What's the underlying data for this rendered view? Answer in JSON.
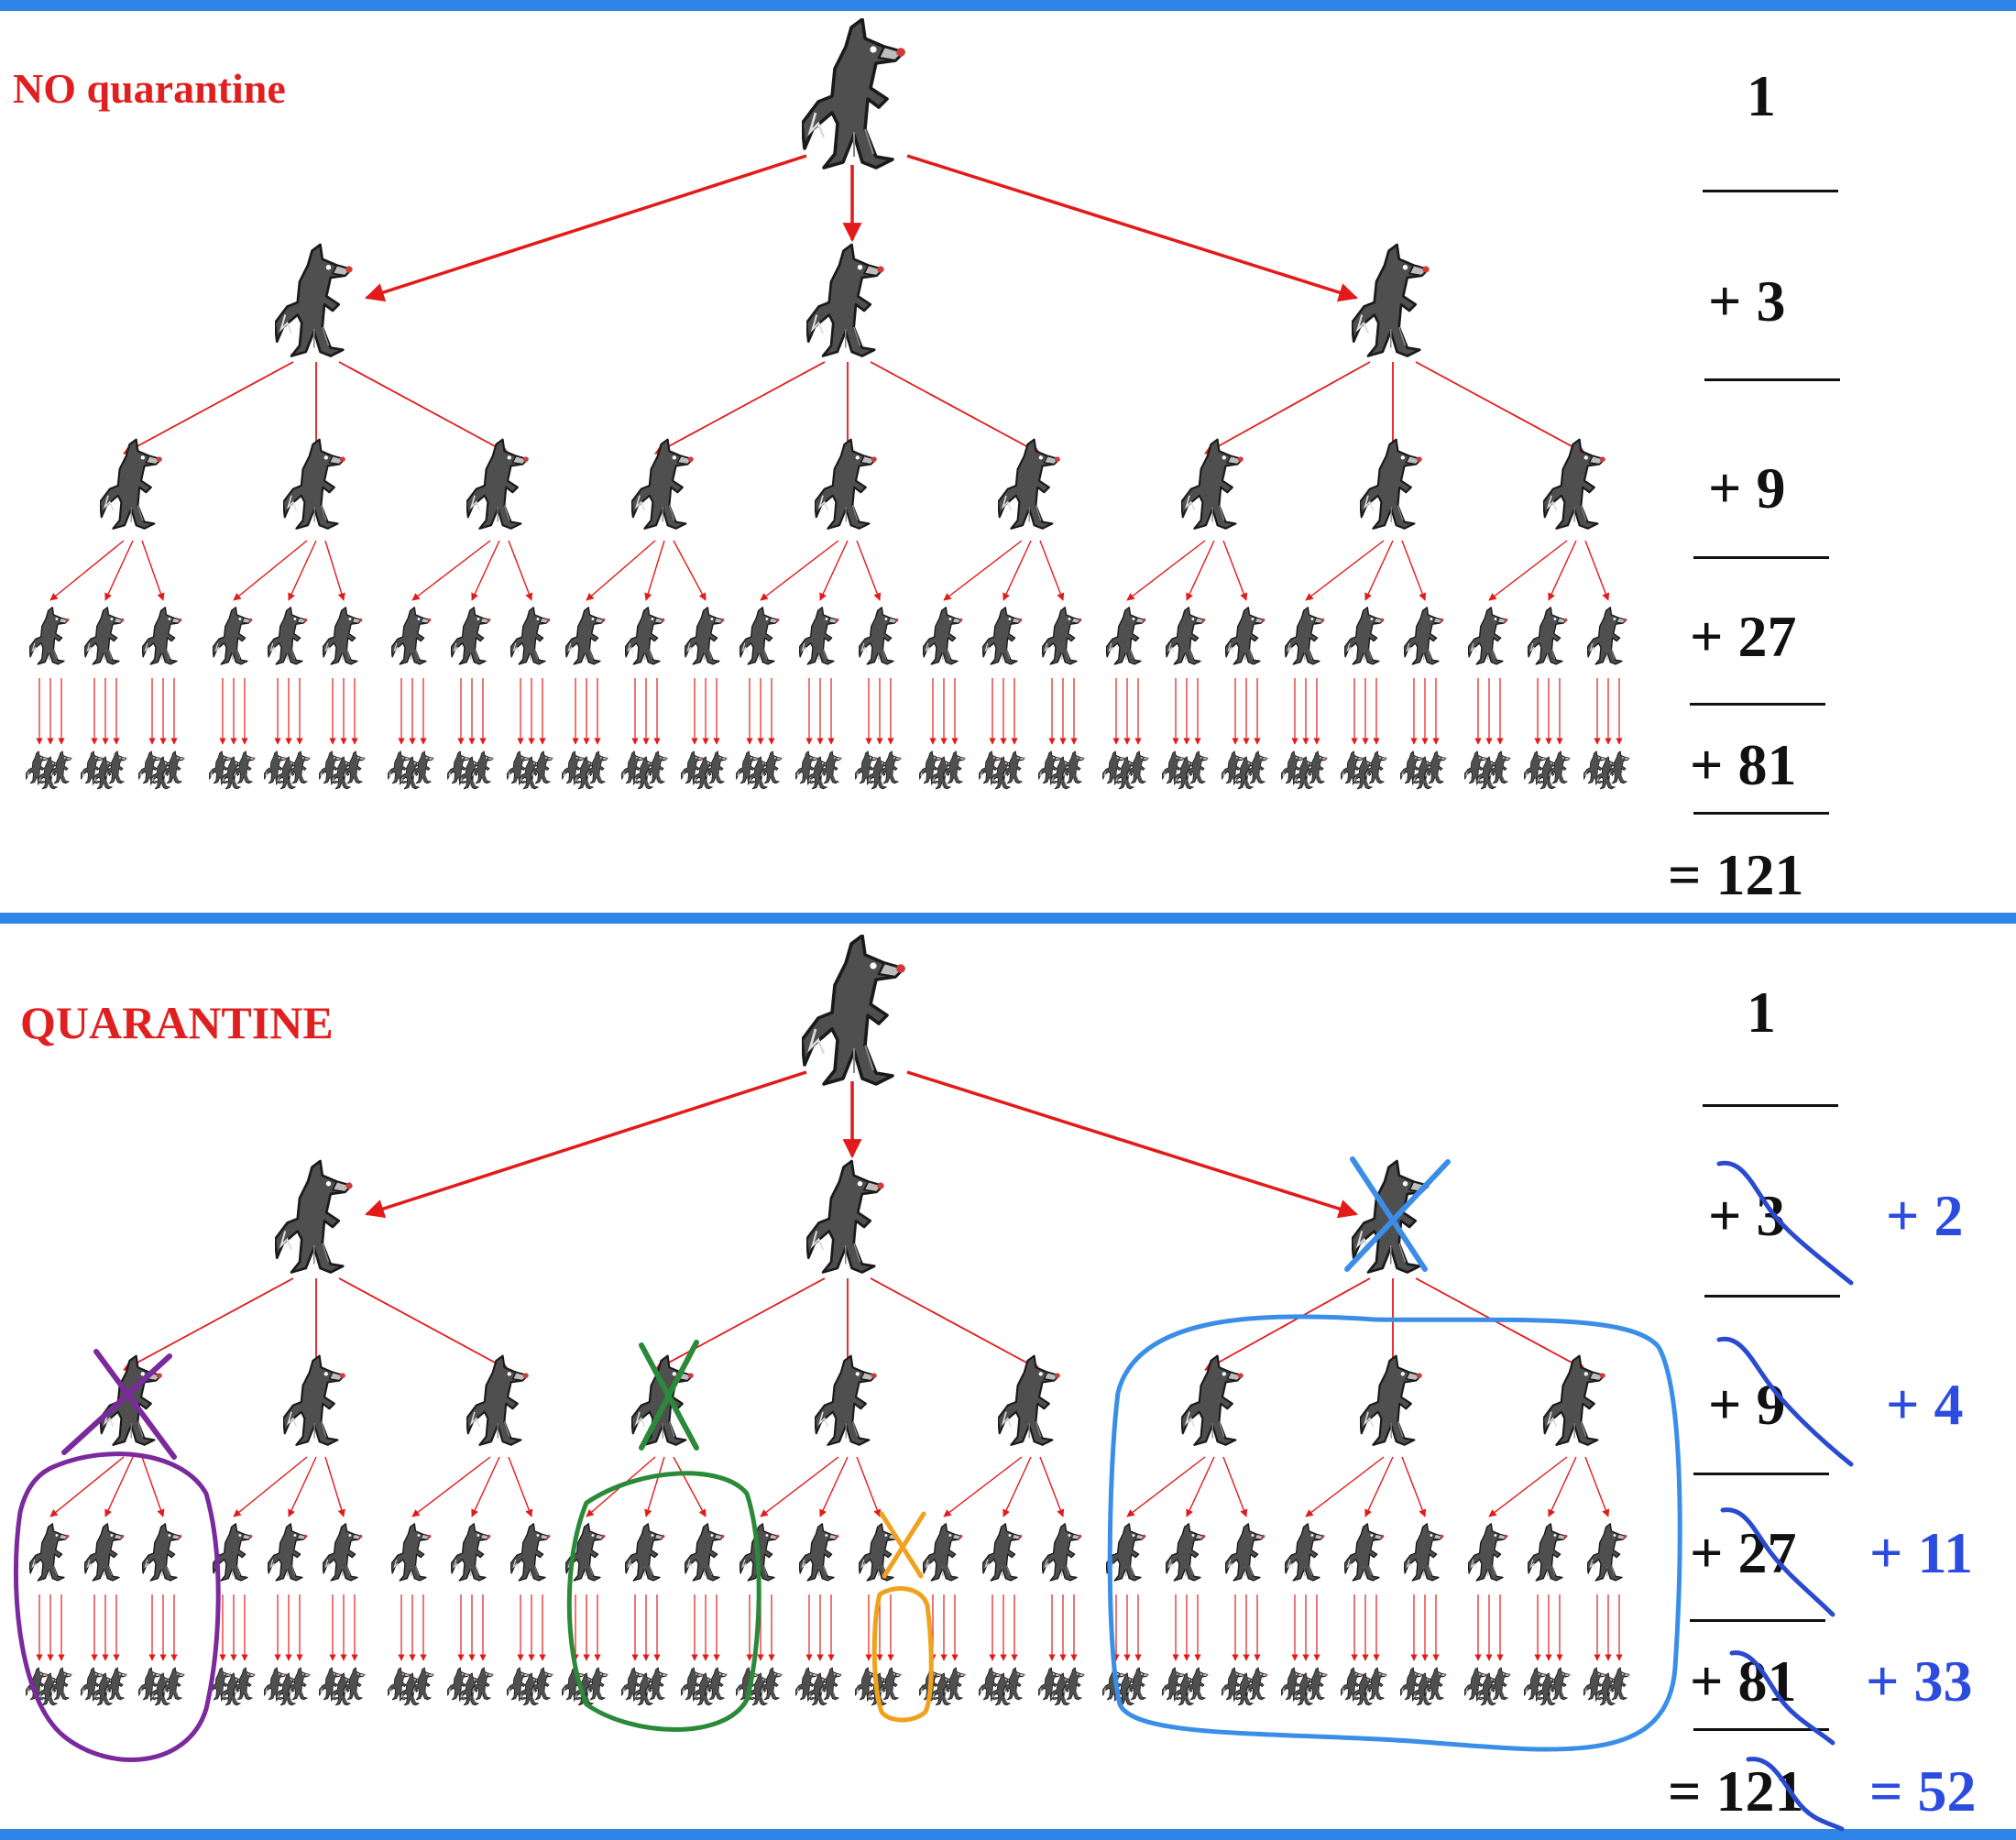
{
  "panels": {
    "top": {
      "title": "NO quarantine"
    },
    "bottom": {
      "title": "QUARANTINE"
    }
  },
  "sums": {
    "top": [
      "1",
      "+ 3",
      "+ 9",
      "+ 27",
      "+ 81",
      "= 121"
    ],
    "bottom": [
      "1",
      "+ 3",
      "+ 9",
      "+ 27",
      "+ 81",
      "= 121"
    ],
    "bottom_revised": [
      "+ 2",
      "+ 4",
      "+ 11",
      "+ 33",
      "= 52"
    ]
  },
  "colors": {
    "arrow": "#e31a1a",
    "title": "#e02020",
    "border": "#2f86e6",
    "revised_text": "#2c4ce0",
    "mark_blue": "#3a8ee8",
    "mark_purple": "#7a2a9c",
    "mark_green": "#2a8a3a",
    "mark_orange": "#f0a21e",
    "strike": "#2a4ad0"
  },
  "icons": {
    "node": "wolf-icon"
  }
}
